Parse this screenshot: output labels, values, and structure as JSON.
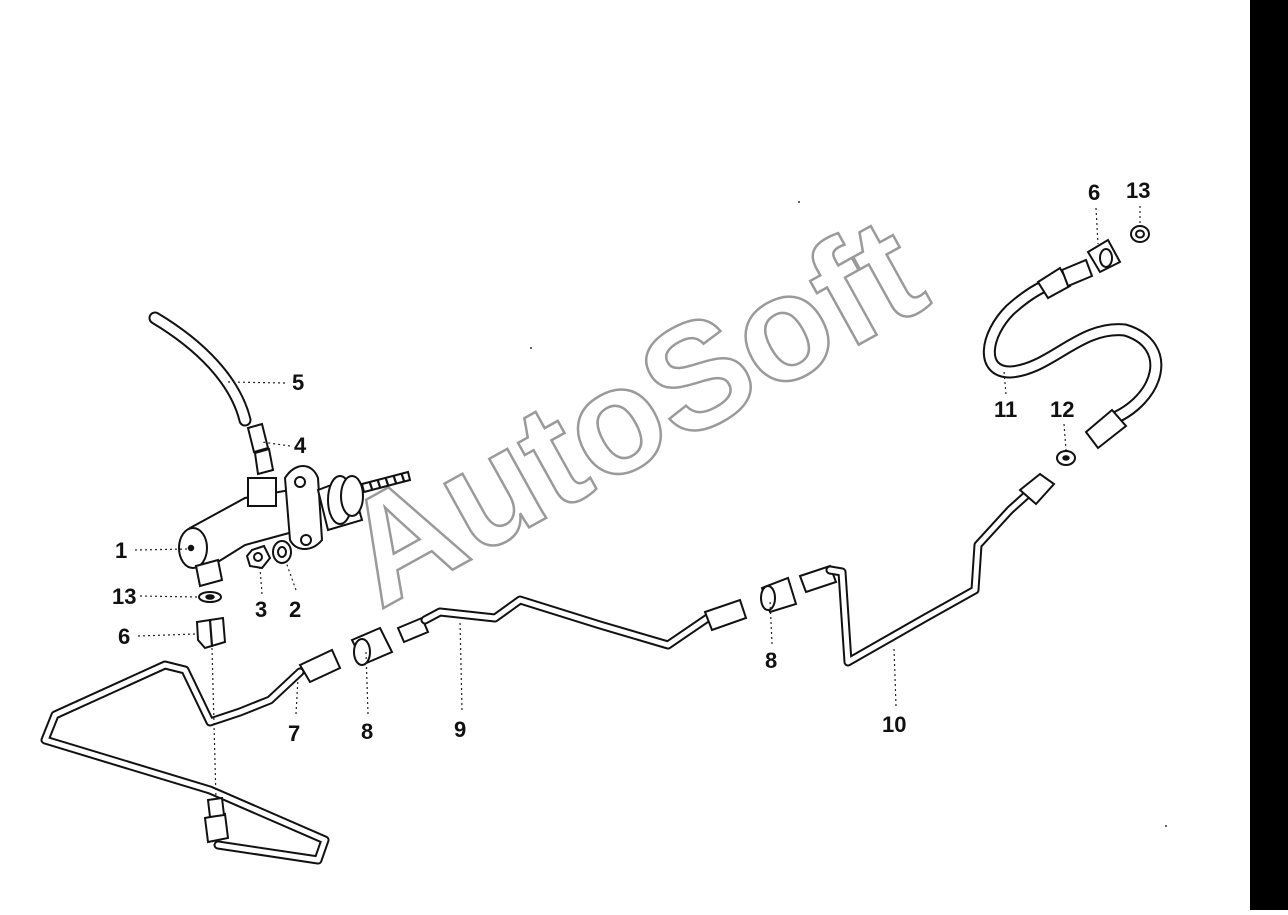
{
  "watermark": "AutoSoft",
  "colors": {
    "background": "#ffffff",
    "ink": "#111111",
    "watermark_outline": "#9a9a9a",
    "edge": "#000000"
  },
  "callouts": [
    {
      "id": "c1",
      "label": "1"
    },
    {
      "id": "c2",
      "label": "2"
    },
    {
      "id": "c3",
      "label": "3"
    },
    {
      "id": "c4",
      "label": "4"
    },
    {
      "id": "c5",
      "label": "5"
    },
    {
      "id": "c6a",
      "label": "6"
    },
    {
      "id": "c6b",
      "label": "6"
    },
    {
      "id": "c7",
      "label": "7"
    },
    {
      "id": "c8a",
      "label": "8"
    },
    {
      "id": "c8b",
      "label": "8"
    },
    {
      "id": "c9",
      "label": "9"
    },
    {
      "id": "c10",
      "label": "10"
    },
    {
      "id": "c11",
      "label": "11"
    },
    {
      "id": "c12",
      "label": "12"
    },
    {
      "id": "c13a",
      "label": "13"
    },
    {
      "id": "c13b",
      "label": "13"
    }
  ]
}
